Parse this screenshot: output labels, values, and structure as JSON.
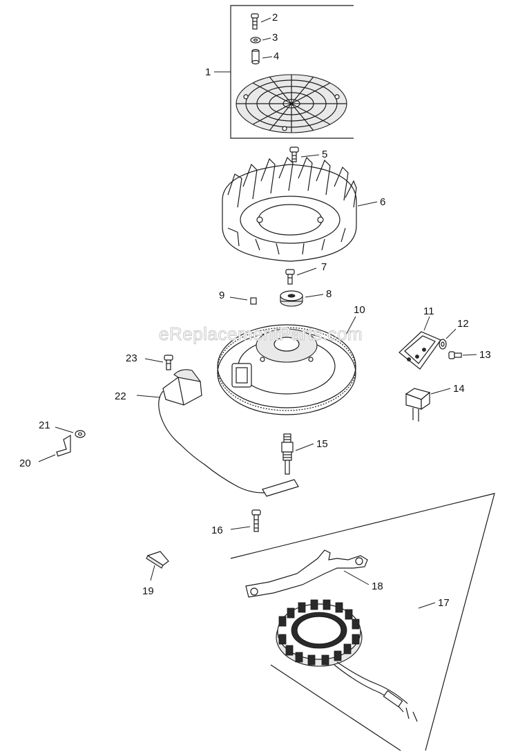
{
  "watermark": "eReplacementParts.com",
  "callouts": {
    "c1": "1",
    "c2": "2",
    "c3": "3",
    "c4": "4",
    "c5": "5",
    "c6": "6",
    "c7": "7",
    "c8": "8",
    "c9": "9",
    "c10": "10",
    "c11": "11",
    "c12": "12",
    "c13": "13",
    "c14": "14",
    "c15": "15",
    "c16": "16",
    "c17": "17",
    "c18": "18",
    "c19": "19",
    "c20": "20",
    "c21": "21",
    "c22": "22",
    "c23": "23"
  }
}
